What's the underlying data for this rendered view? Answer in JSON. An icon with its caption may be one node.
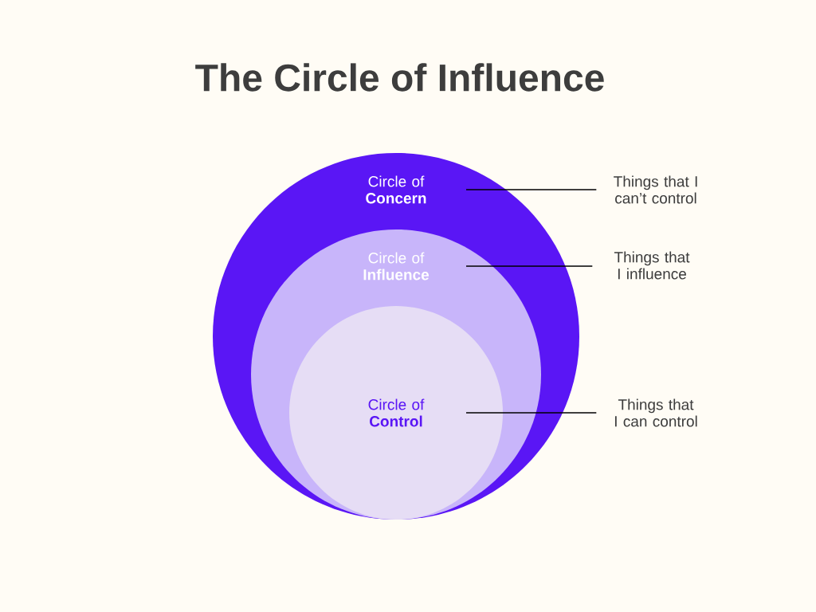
{
  "diagram": {
    "title": "The Circle of Influence",
    "nodes": [
      {
        "text": [
          "Circle of **Concern**"
        ]
      },
      {
        "text": [
          "Circle of **Influence**"
        ],
        "in": 0
      },
      {
        "text": [
          "Circle of **Control**"
        ],
        "in": 1
      },
      {
        "text": [
          "Things that I can’t control"
        ]
      },
      {
        "text": [
          "Things that I influence"
        ]
      },
      {
        "text": [
          "Things that I can control"
        ]
      }
    ],
    "edges": [
      {
        "from": 3,
        "to": 0,
        "arrow": "none"
      },
      {
        "from": 4,
        "to": 1,
        "arrow": "none"
      },
      {
        "from": 5,
        "to": 2,
        "arrow": "none"
      }
    ]
  }
}
